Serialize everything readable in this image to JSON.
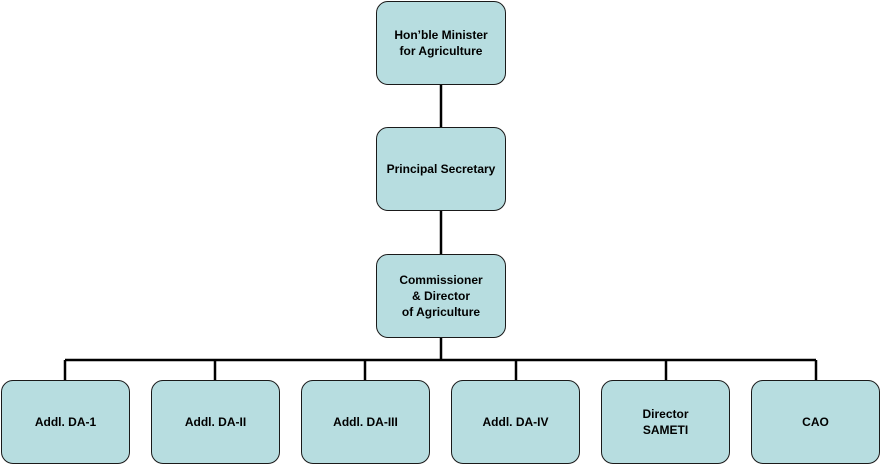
{
  "org_chart": {
    "top": {
      "minister": "Hon’ble Minister\nfor Agriculture",
      "secretary": "Principal Secretary",
      "commissioner": "Commissioner\n& Director\nof Agriculture"
    },
    "reports": [
      "Addl. DA-1",
      "Addl. DA-II",
      "Addl. DA-III",
      "Addl. DA-IV",
      "Director\nSAMETI",
      "CAO"
    ]
  },
  "colors": {
    "node_fill": "#b7dde0",
    "node_border": "#1a1a1a",
    "connector": "#000000"
  }
}
